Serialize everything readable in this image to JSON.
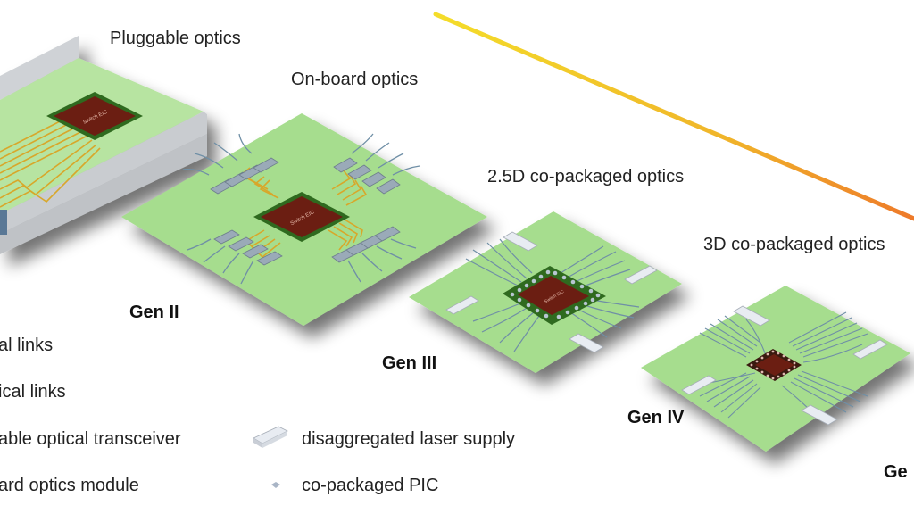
{
  "diagram": {
    "title_labels": {
      "gen1": "Pluggable optics",
      "gen2": "On-board optics",
      "gen3": "2.5D co-packaged optics",
      "gen4": "3D co-packaged optics"
    },
    "generations": {
      "gen2": "Gen II",
      "gen3": "Gen III",
      "gen4": "Gen IV",
      "gen5_partial": "Ge"
    },
    "chip_label": "Switch EIC",
    "legend": {
      "items": [
        {
          "icon": "electrical-link-icon",
          "label": "al links"
        },
        {
          "icon": "optical-link-icon",
          "label": "ical links"
        },
        {
          "icon": "pluggable-transceiver-icon",
          "label": "able optical transceiver"
        },
        {
          "icon": "obo-module-icon",
          "label": "ard optics module"
        },
        {
          "icon": "laser-supply-icon",
          "label": "disaggregated laser supply"
        },
        {
          "icon": "pic-icon",
          "label": "co-packaged PIC"
        }
      ]
    },
    "colors": {
      "board_green": "#a6dd8e",
      "chip_brown": "#6b1e12",
      "chip_border": "#2f6a1f",
      "trace_gold": "#d8a72a",
      "fiber_blue": "#6f8fa6",
      "module_gray": "#9aaab8",
      "laser_white": "#e8ecf2",
      "trend_start": "#f4dd2a",
      "trend_end": "#ee7a2a"
    }
  }
}
